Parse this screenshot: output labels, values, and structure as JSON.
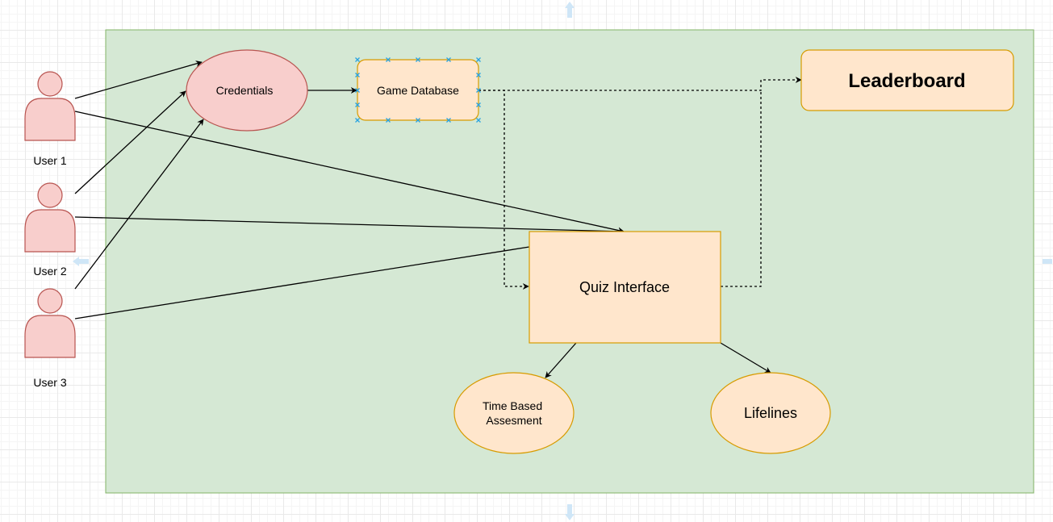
{
  "diagram": {
    "actors": [
      {
        "id": "user1",
        "label": "User 1"
      },
      {
        "id": "user2",
        "label": "User 2"
      },
      {
        "id": "user3",
        "label": "User 3"
      }
    ],
    "nodes": {
      "credentials": "Credentials",
      "game_database": "Game Database",
      "leaderboard": "Leaderboard",
      "quiz_interface": "Quiz Interface",
      "time_based_line1": "Time Based",
      "time_based_line2": "Assesment",
      "lifelines": "Lifelines"
    },
    "colors": {
      "container_fill": "#d5e8d4",
      "container_stroke": "#82b366",
      "actor_fill": "#f8cecc",
      "actor_stroke": "#b85450",
      "orange_fill": "#ffe6cc",
      "orange_stroke": "#d79b00",
      "selection_marker": "#29a3e0"
    },
    "edges": [
      {
        "from": "User 1",
        "to": "Credentials",
        "style": "solid"
      },
      {
        "from": "User 2",
        "to": "Credentials",
        "style": "solid"
      },
      {
        "from": "User 3",
        "to": "Credentials",
        "style": "solid"
      },
      {
        "from": "User 1",
        "to": "Quiz Interface",
        "style": "solid"
      },
      {
        "from": "User 2",
        "to": "Quiz Interface",
        "style": "solid"
      },
      {
        "from": "User 3",
        "to": "Quiz Interface",
        "style": "solid"
      },
      {
        "from": "Credentials",
        "to": "Game Database",
        "style": "solid"
      },
      {
        "from": "Game Database",
        "to": "Leaderboard",
        "style": "dashed"
      },
      {
        "from": "Game Database",
        "to": "Quiz Interface",
        "style": "dashed"
      },
      {
        "from": "Quiz Interface",
        "to": "Leaderboard",
        "style": "dashed"
      },
      {
        "from": "Quiz Interface",
        "to": "Time Based Assesment",
        "style": "solid"
      },
      {
        "from": "Quiz Interface",
        "to": "Lifelines",
        "style": "solid"
      }
    ]
  }
}
